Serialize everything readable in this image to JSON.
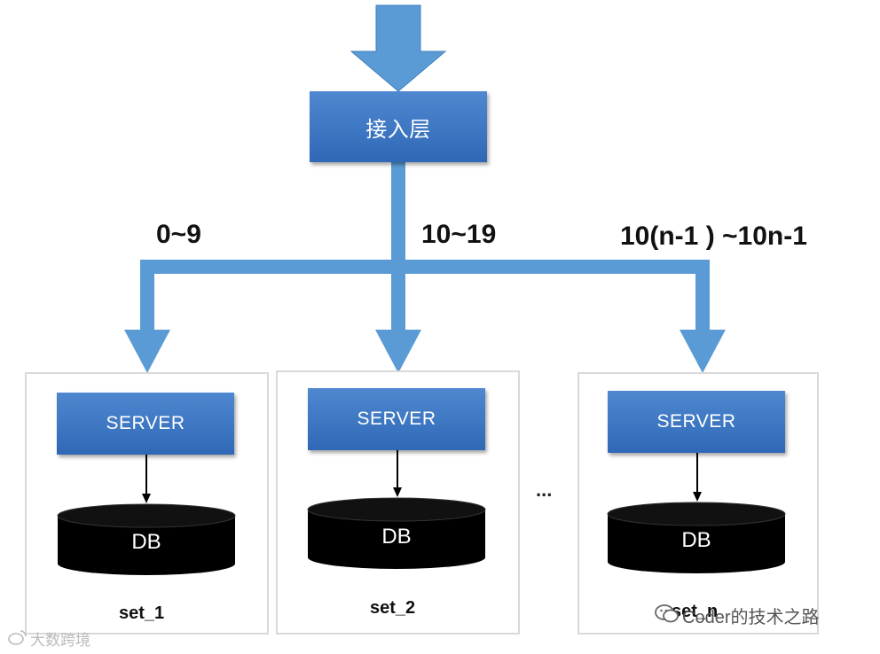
{
  "gateway": {
    "label": "接入层"
  },
  "ranges": [
    {
      "label": "0~9"
    },
    {
      "label": "10~19"
    },
    {
      "label": "10(n-1 ) ~10n-1"
    }
  ],
  "sets": [
    {
      "server_label": "SERVER",
      "db_label": "DB",
      "name": "set_1"
    },
    {
      "server_label": "SERVER",
      "db_label": "DB",
      "name": "set_2"
    },
    {
      "server_label": "SERVER",
      "db_label": "DB",
      "name": "set_n"
    }
  ],
  "ellipsis": "...",
  "watermark": {
    "text": "Coder的技术之路",
    "icon": "wechat-icon"
  },
  "watermark_left": {
    "text": "大数跨境",
    "icon": "weibo-icon"
  },
  "colors": {
    "arrow": "#5b9bd5",
    "box": "#3a74c2",
    "db": "#000000",
    "panel_border": "#d9d9d9"
  }
}
